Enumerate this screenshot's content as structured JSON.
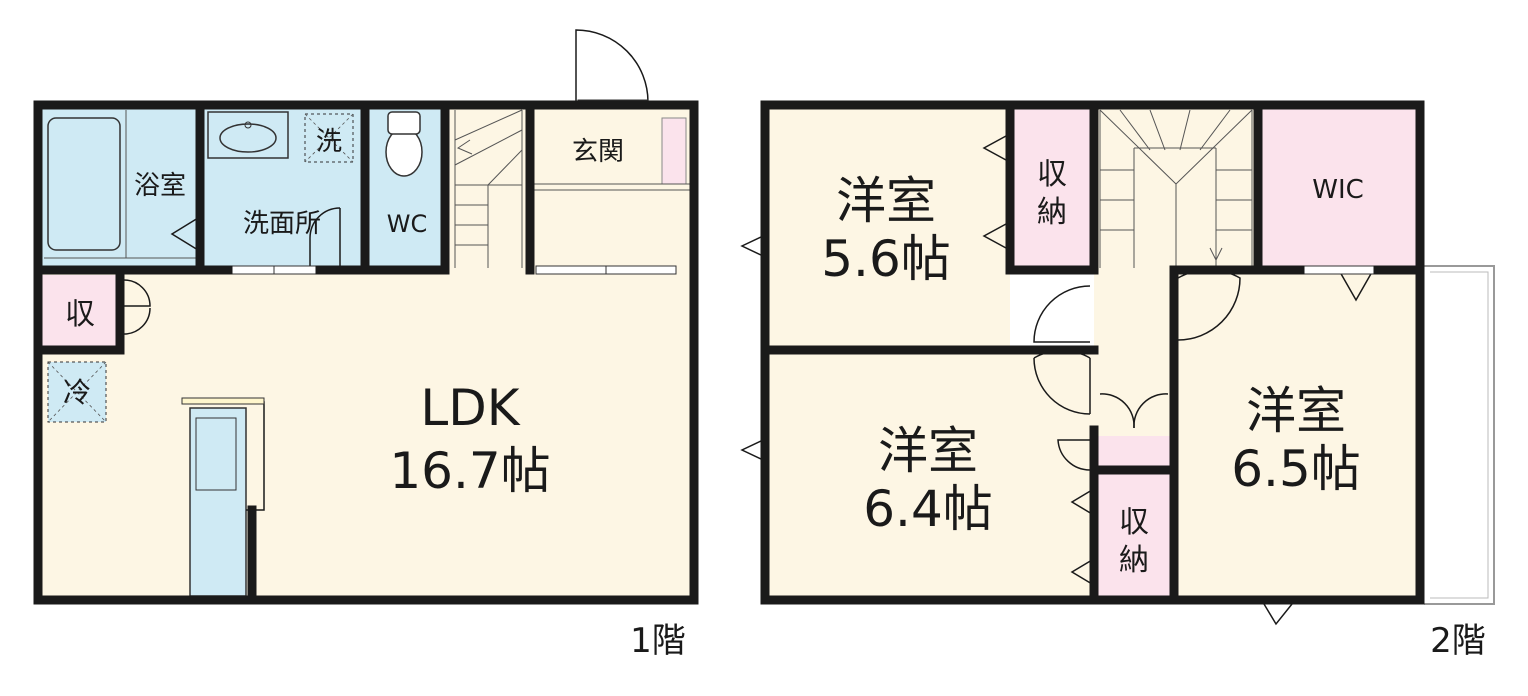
{
  "floor1": {
    "label": "1階",
    "rooms": {
      "bath": "浴室",
      "washroom": "洗面所",
      "wc": "WC",
      "entrance": "玄関",
      "storage": "収",
      "fridge": "冷",
      "washer": "洗",
      "ldk_name": "LDK",
      "ldk_size": "16.7帖"
    }
  },
  "floor2": {
    "label": "2階",
    "rooms": {
      "western_a_name": "洋室",
      "western_a_size": "5.6帖",
      "western_b_name": "洋室",
      "western_b_size": "6.4帖",
      "western_c_name": "洋室",
      "western_c_size": "6.5帖",
      "closet_a_1": "収",
      "closet_a_2": "納",
      "closet_b_1": "収",
      "closet_b_2": "納",
      "wic": "WIC"
    }
  },
  "colors": {
    "floor_cream": "#fdf6e4",
    "water_blue": "#cfeaf4",
    "storage_pink": "#fbe3ec",
    "wall": "#1a1a1a"
  }
}
